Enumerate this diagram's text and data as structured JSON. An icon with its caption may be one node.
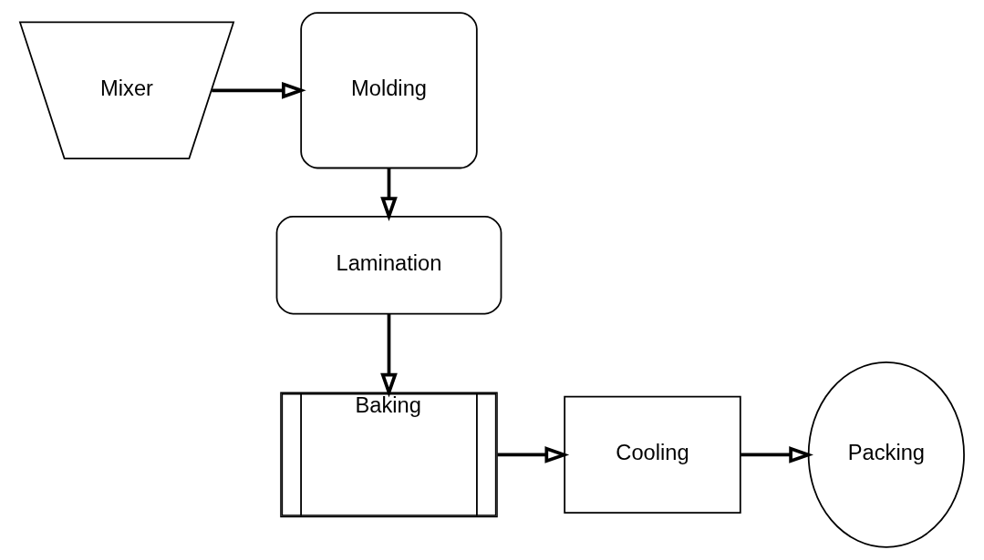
{
  "diagram": {
    "nodes": [
      {
        "text": [
          "Mixer"
        ]
      },
      {
        "text": [
          "Molding"
        ]
      },
      {
        "text": [
          "Lamination"
        ]
      },
      {
        "text": [
          "Baking"
        ]
      },
      {
        "text": [
          "Cooling"
        ]
      },
      {
        "text": [
          "Packing"
        ]
      }
    ],
    "edges": [
      {
        "from": 0,
        "to": 1,
        "arrow": "to"
      },
      {
        "from": 1,
        "to": 2,
        "arrow": "to"
      },
      {
        "from": 2,
        "to": 3,
        "arrow": "to"
      },
      {
        "from": 3,
        "to": 4,
        "arrow": "to"
      },
      {
        "from": 4,
        "to": 5,
        "arrow": "to"
      }
    ]
  }
}
